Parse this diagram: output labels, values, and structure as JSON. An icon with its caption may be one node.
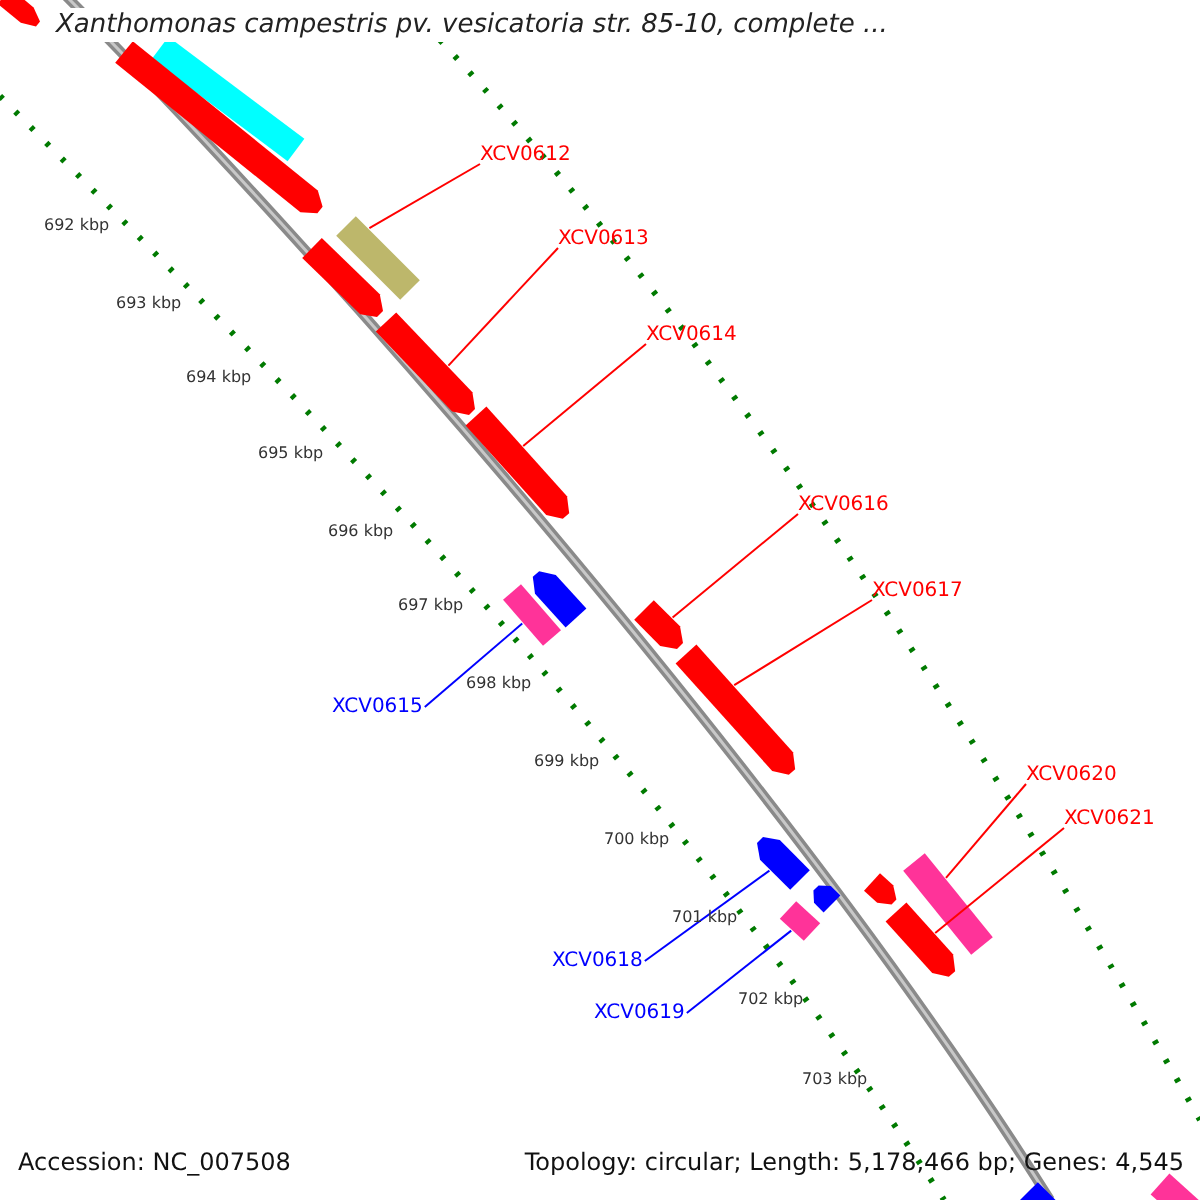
{
  "diagram": {
    "title": "Xanthomonas campestris pv. vesicatoria str. 85-10, complete ...",
    "nodes": [
      {
        "text": [
          "XCV0612"
        ]
      },
      {
        "text": [],
        "shape": "bar"
      },
      {
        "text": [
          "XCV0613"
        ]
      },
      {
        "text": [],
        "shape": "bar"
      },
      {
        "text": [
          "XCV0614"
        ]
      },
      {
        "text": [],
        "shape": "bar"
      },
      {
        "text": [
          "XCV0616"
        ]
      },
      {
        "text": [],
        "shape": "bar"
      },
      {
        "text": [
          "XCV0617"
        ]
      },
      {
        "text": [],
        "shape": "bar"
      },
      {
        "text": [
          "XCV0615"
        ]
      },
      {
        "text": [],
        "shape": "bar"
      },
      {
        "text": [
          "XCV0620"
        ]
      },
      {
        "text": [],
        "shape": "bar"
      },
      {
        "text": [
          "XCV0621"
        ]
      },
      {
        "text": [],
        "shape": "bar"
      },
      {
        "text": [
          "XCV0618"
        ]
      },
      {
        "text": [],
        "shape": "bar"
      },
      {
        "text": [
          "XCV0619"
        ]
      },
      {
        "text": [],
        "shape": "bar"
      },
      {
        "text": [],
        "shape": "bar"
      },
      {
        "text": [],
        "shape": "bar"
      },
      {
        "text": [],
        "shape": "bar"
      },
      {
        "text": [],
        "shape": "bar"
      },
      {
        "text": [],
        "shape": "bar"
      },
      {
        "text": [],
        "shape": "bar"
      },
      {
        "text": [],
        "shape": "bar"
      },
      {
        "text": [],
        "shape": "bar"
      },
      {
        "text": [],
        "shape": "bar"
      }
    ],
    "edges": [
      {
        "from": 0,
        "to": 1,
        "arrow": "none"
      },
      {
        "from": 2,
        "to": 3,
        "arrow": "none"
      },
      {
        "from": 4,
        "to": 5,
        "arrow": "none"
      },
      {
        "from": 6,
        "to": 7,
        "arrow": "none"
      },
      {
        "from": 8,
        "to": 9,
        "arrow": "none"
      },
      {
        "from": 10,
        "to": 11,
        "arrow": "none",
        "color": "#0000ff"
      },
      {
        "from": 12,
        "to": 13,
        "arrow": "none"
      },
      {
        "from": 14,
        "to": 15,
        "arrow": "none"
      },
      {
        "from": 16,
        "to": 17,
        "arrow": "none",
        "color": "#0000ff"
      },
      {
        "from": 18,
        "to": 19,
        "arrow": "none",
        "color": "#0000ff"
      }
    ],
    "labels": [
      "692 kbp",
      "693 kbp",
      "694 kbp",
      "695 kbp",
      "696 kbp",
      "697 kbp",
      "698 kbp",
      "699 kbp",
      "700 kbp",
      "701 kbp",
      "702 kbp",
      "703 kbp",
      "Accession: NC_007508",
      "Topology: circular; Length: 5,178,466 bp; Genes: 4,545"
    ]
  }
}
